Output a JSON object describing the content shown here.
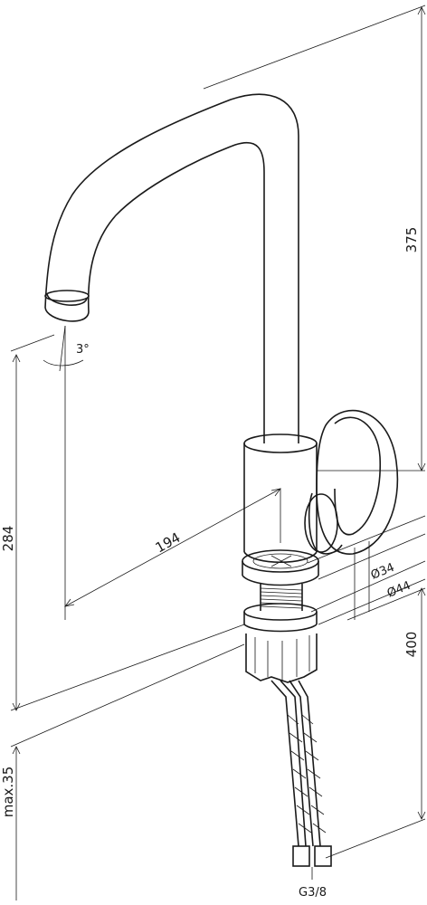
{
  "dimensions": {
    "total_height": "375",
    "spout_height": "284",
    "spout_reach": "194",
    "body_height": "400",
    "max_thickness": "max.35",
    "diameter_inner": "Ø34",
    "diameter_outer": "Ø44",
    "angle": "3°",
    "connection": "G3/8"
  }
}
